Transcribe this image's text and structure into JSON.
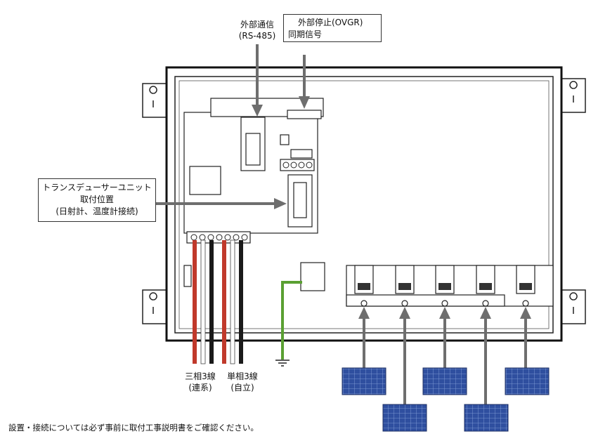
{
  "labels": {
    "external_comm": {
      "line1": "外部通信",
      "line2": "(RS-485)"
    },
    "external_stop": {
      "line1": "外部停止(OVGR)",
      "line2": "同期信号"
    },
    "transducer": {
      "line1": "トランスデューサーユニット",
      "line2": "取付位置",
      "line3": "(日射計、温度計接続)"
    },
    "three_phase": {
      "line1": "三相3線",
      "line2": "(連系)"
    },
    "single_phase": {
      "line1": "単相3線",
      "line2": "(自立)"
    }
  },
  "footnote": "設置・接続については必ず事前に取付工事説明書をご確認ください。",
  "colors": {
    "arrow": "#6e6e6e",
    "wire_red": "#c0392b",
    "wire_black": "#1a1a1a",
    "ground": "#5aa032",
    "panel": "#2f4f9f"
  }
}
